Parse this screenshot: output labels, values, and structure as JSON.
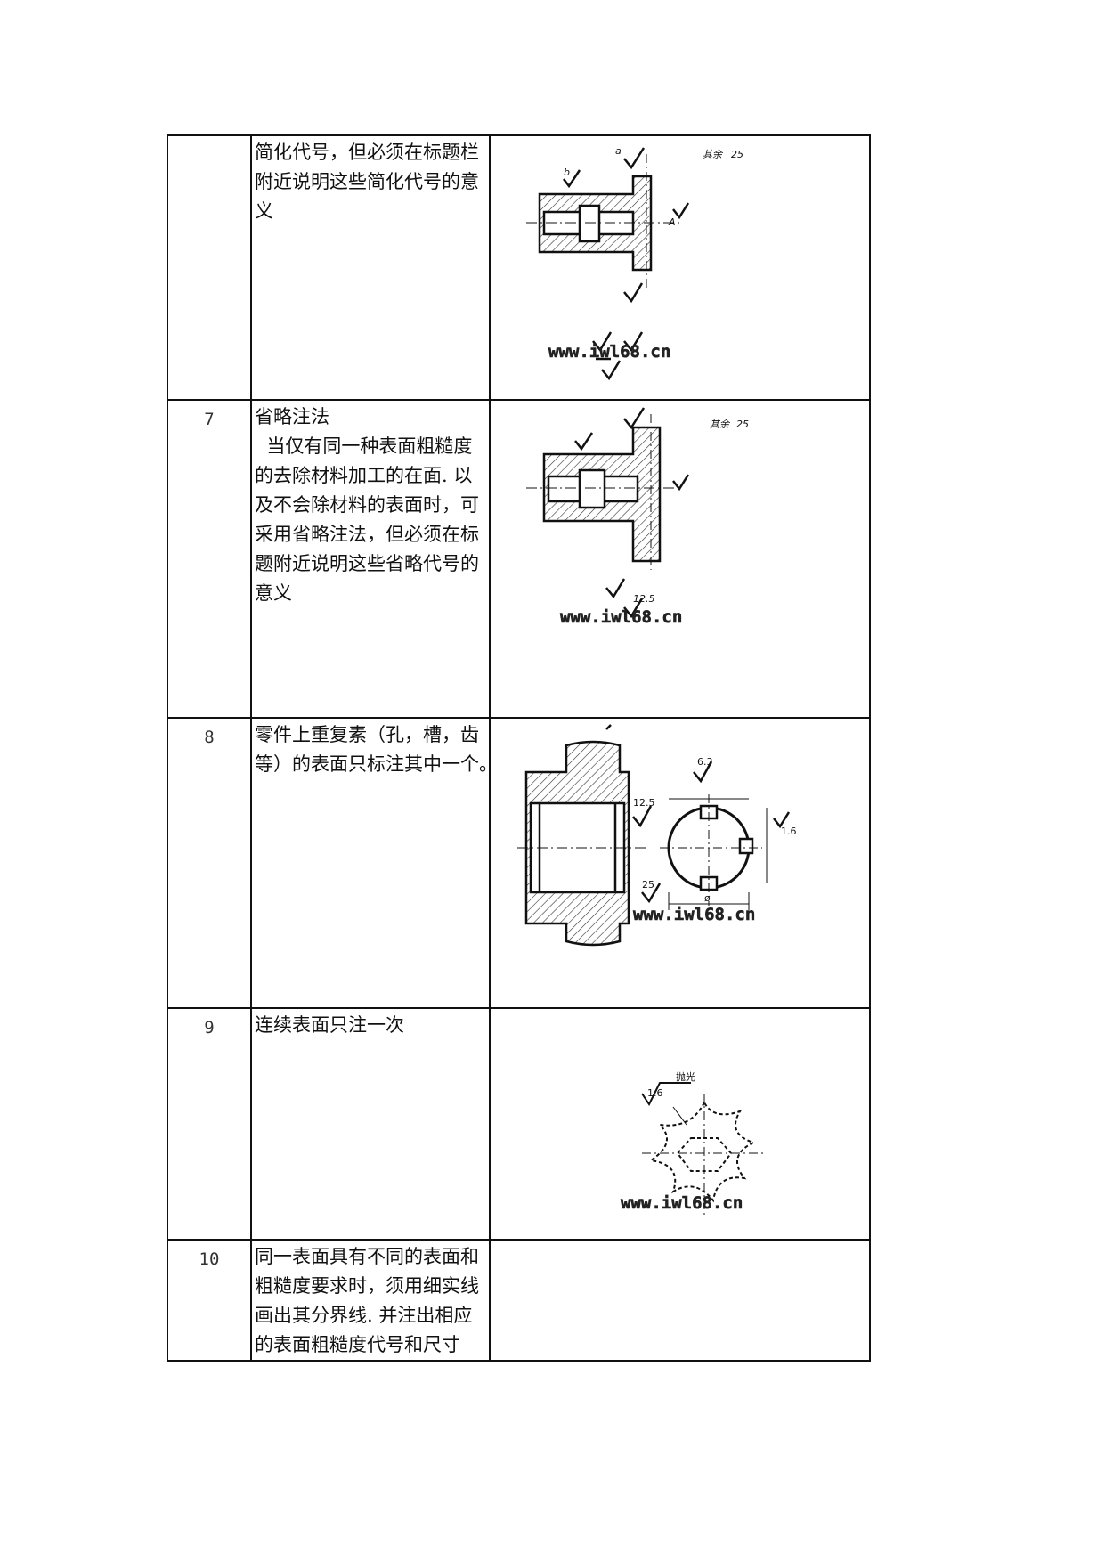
{
  "rows": [
    {
      "number": "",
      "lines": [
        "简化代号，但必须在标题栏",
        "附近说明这些简化代号的意",
        "义"
      ],
      "figure": {
        "icon": "flange-part-simplified-symbols-drawing",
        "labels": [
          "a",
          "b",
          "A",
          "25",
          "其余"
        ],
        "watermark": "www.iwl68.cn"
      }
    },
    {
      "number": "7",
      "lines": [
        "省略注法",
        "  当仅有同一种表面粗糙度",
        "的去除材料加工的在面. 以",
        "及不会除材料的表面时，可",
        "采用省略注法，但必须在标",
        "题附近说明这些省略代号的",
        "意义"
      ],
      "figure": {
        "icon": "flange-part-omitted-symbols-drawing",
        "labels": [
          "25",
          "其余",
          "12.5"
        ],
        "watermark": "www.iwl68.cn"
      }
    },
    {
      "number": "8",
      "lines": [
        "零件上重复素（孔，槽，齿",
        "等）的表面只标注其中一个。"
      ],
      "figure": {
        "icon": "gear-and-keyway-drawing",
        "labels": [
          "12.5",
          "6.3",
          "1.6",
          "ø",
          "25"
        ],
        "watermark": "www.iwl68.cn"
      }
    },
    {
      "number": "9",
      "lines": [
        "连续表面只注一次"
      ],
      "figure": {
        "icon": "star-profile-continuous-surface-drawing",
        "labels": [
          "1.6",
          "抛光"
        ],
        "watermark": "www.iwl68.cn"
      }
    },
    {
      "number": "10",
      "lines": [
        "同一表面具有不同的表面和",
        "粗糙度要求时，须用细实线",
        "画出其分界线. 并注出相应",
        "的表面粗糙度代号和尺寸"
      ],
      "figure": null
    }
  ]
}
